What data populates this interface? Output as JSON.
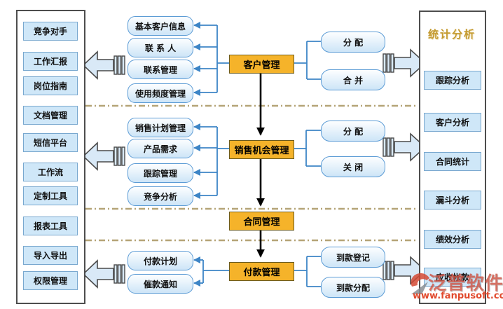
{
  "left_panel": {
    "items": [
      "竞争对手",
      "工作汇报",
      "岗位指南",
      "文档管理",
      "短信平台",
      "工作流",
      "定制工具",
      "报表工具",
      "导入导出",
      "权限管理"
    ]
  },
  "right_panel": {
    "title": "统计分析",
    "items": [
      "跟踪分析",
      "客户分析",
      "合同统计",
      "漏斗分析",
      "绩效分析",
      "应收帐款"
    ]
  },
  "sections": [
    {
      "main": "客户管理",
      "children": [
        "基本客户信息",
        "联 系 人",
        "联系管理",
        "使用频度管理"
      ],
      "actions": [
        "分  配",
        "合  并"
      ]
    },
    {
      "main": "销售机会管理",
      "children": [
        "销售计划管理",
        "产品需求",
        "跟踪管理",
        "竞争分析"
      ],
      "actions": [
        "分  配",
        "关  闭"
      ]
    },
    {
      "main": "合同管理",
      "children": [],
      "actions": []
    },
    {
      "main": "付款管理",
      "children": [
        "付款计划",
        "催款通知"
      ],
      "actions": [
        "到款登记",
        "到款分配"
      ]
    }
  ],
  "watermark": {
    "brand": "泛普软件",
    "url": "www.fanpusoft.com"
  },
  "colors": {
    "main_box_yellow": "#f5b32a",
    "node_blue_fill": "#cfe7f8",
    "connector_blue": "#3d85c6",
    "dashed_separator": "#b5a477",
    "stats_title_gold": "#c49a2f",
    "watermark_red": "#e14a2d",
    "big_arrow_fill": "#d9e9f7"
  }
}
